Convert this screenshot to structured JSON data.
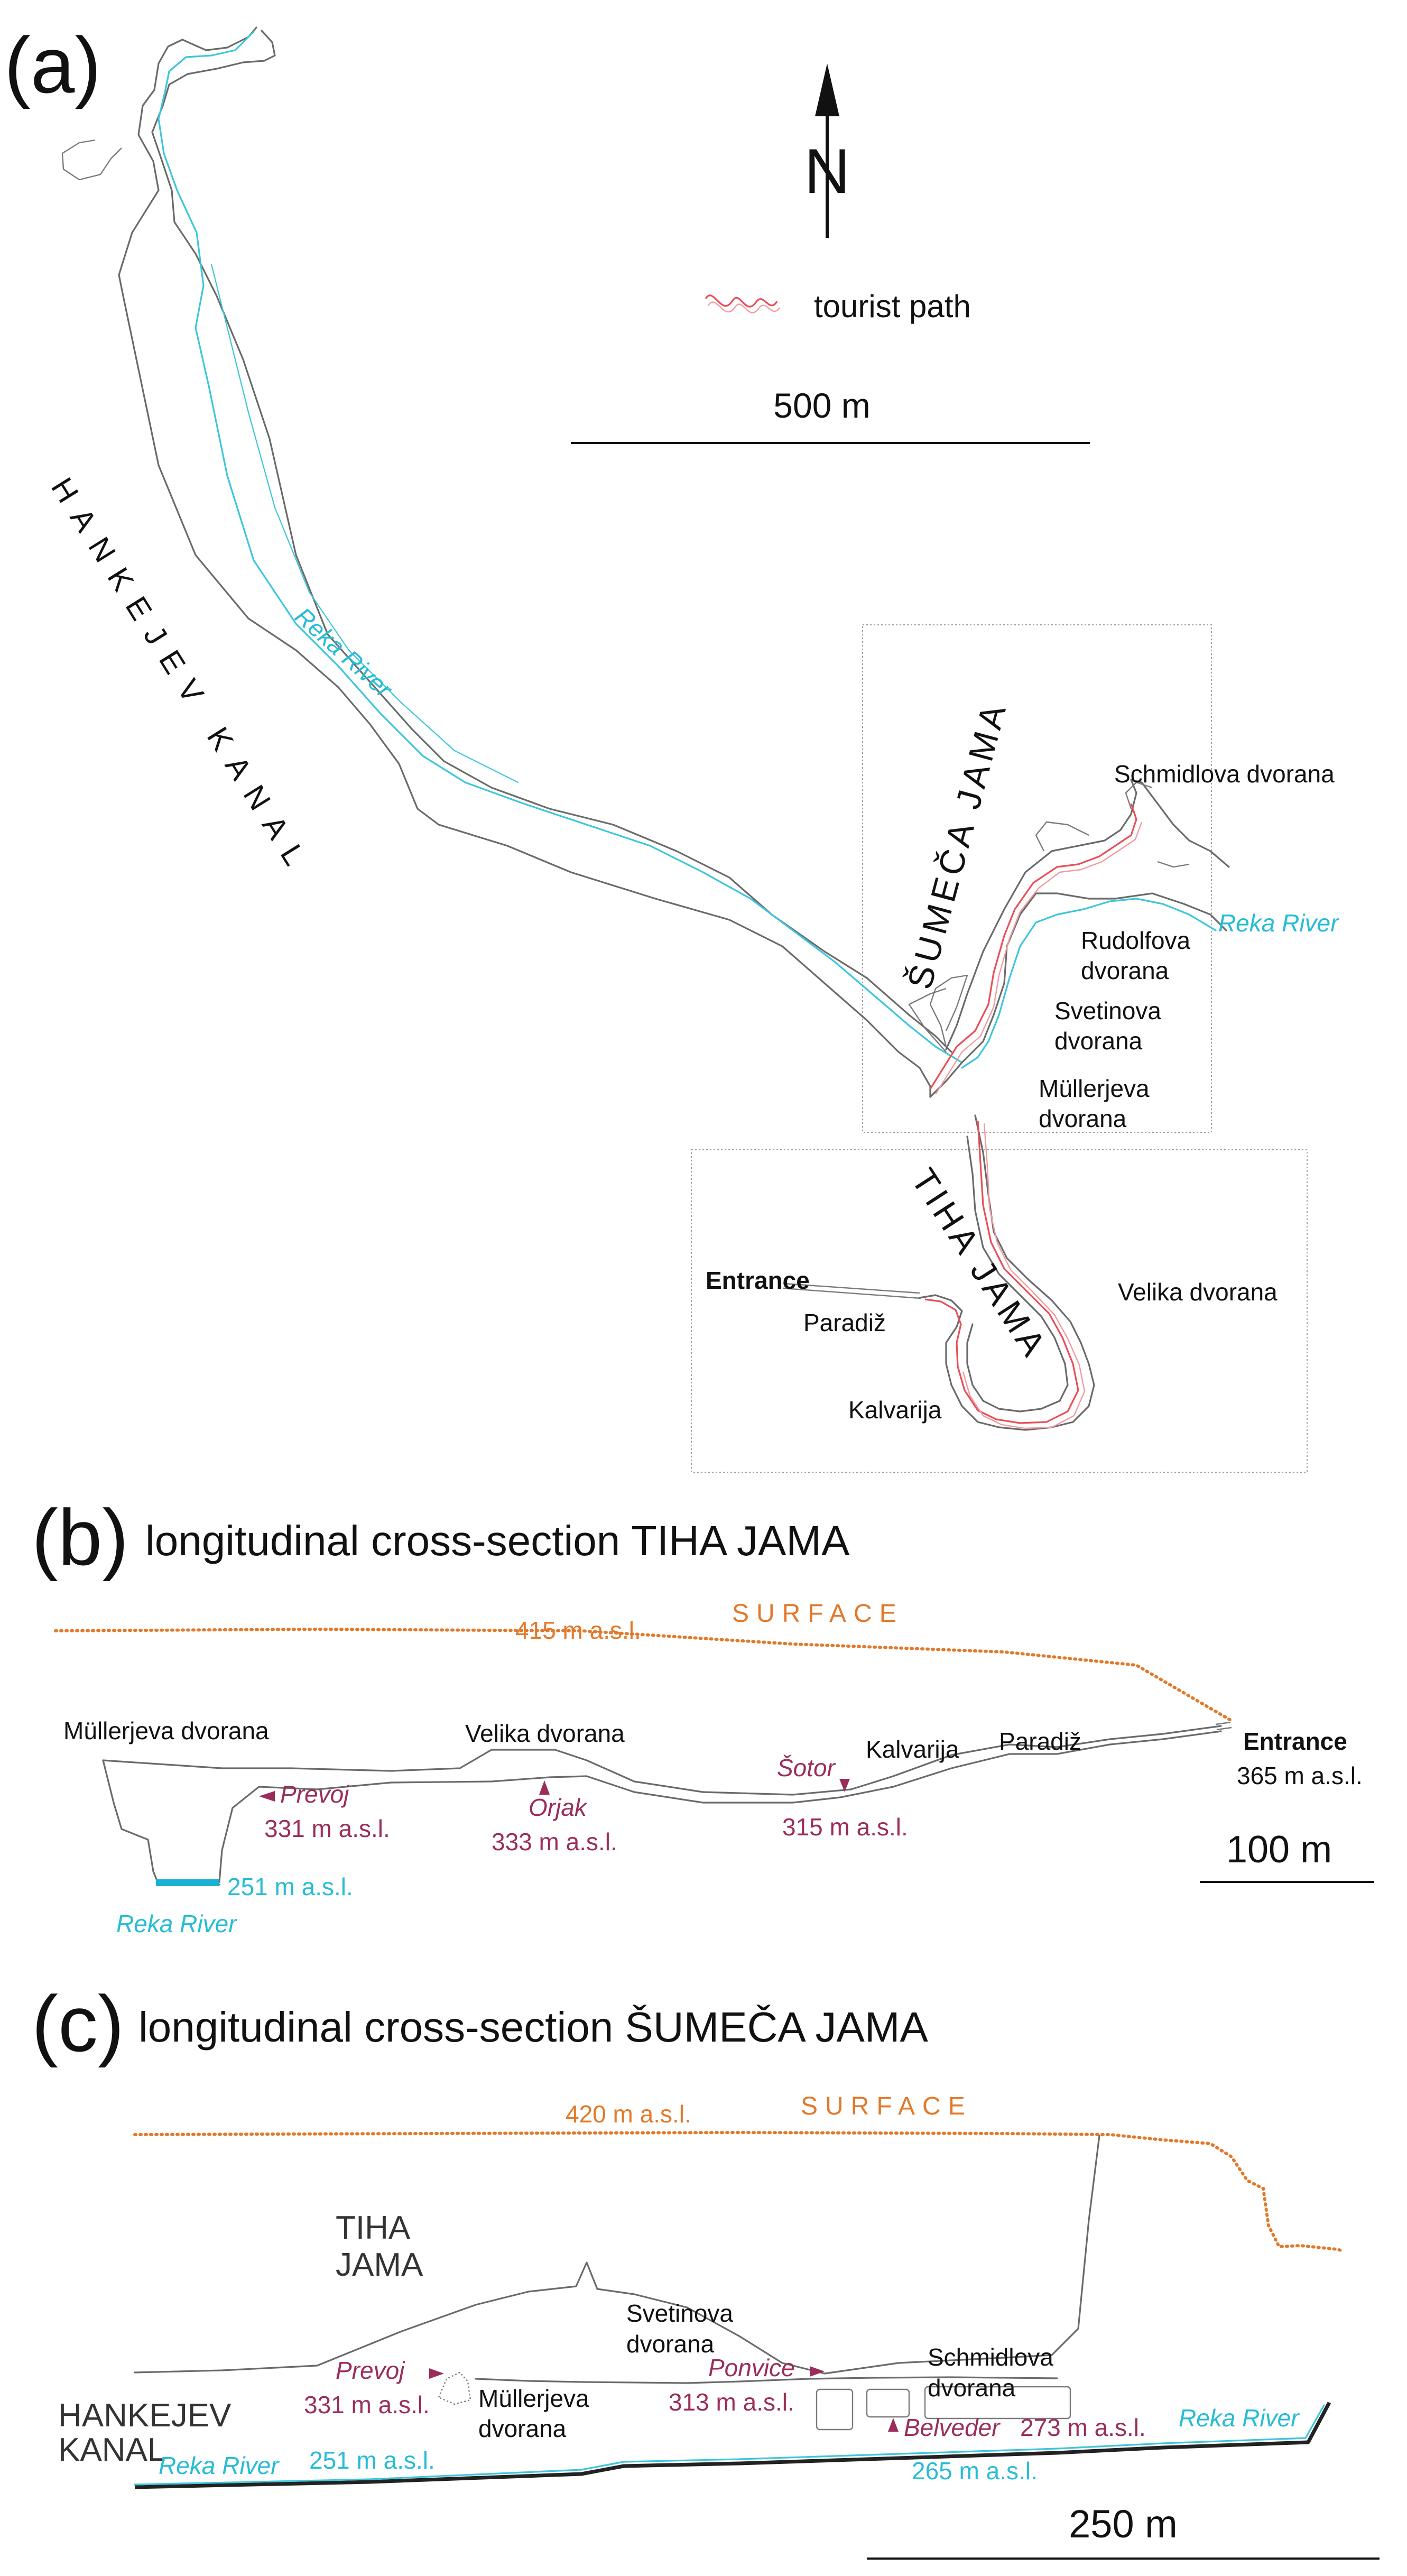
{
  "panel_a": {
    "letter": "(a)",
    "north": "N",
    "legend_tourist_path": "tourist path",
    "scale": "500 m",
    "hankejev_kanal": "HANKEJEV KANAL",
    "sumeca_jama": "ŠUMEČA JAMA",
    "tiha_jama": "TIHA JAMA",
    "reka_river_1": "Reka River",
    "reka_river_2": "Reka River",
    "schmidlova": "Schmidlova dvorana",
    "rudolfova_1": "Rudolfova",
    "rudolfova_2": "dvorana",
    "svetinova_1": "Svetinova",
    "svetinova_2": "dvorana",
    "mullerjeva_1": "Müllerjeva",
    "mullerjeva_2": "dvorana",
    "velika": "Velika dvorana",
    "entrance": "Entrance",
    "paradiz": "Paradiž",
    "kalvarija": "Kalvarija",
    "colors": {
      "cave": "#6a6a6a",
      "river": "#3cc6dc",
      "tourist_path": "#e84f57"
    }
  },
  "panel_b": {
    "letter": "(b)",
    "title": "longitudinal cross-section TIHA JAMA",
    "surface_alt": "415 m a.s.l.",
    "surface": "SURFACE",
    "mullerjeva": "Müllerjeva dvorana",
    "velika": "Velika dvorana",
    "kalvarija": "Kalvarija",
    "paradiz": "Paradiž",
    "entrance": "Entrance",
    "entrance_alt": "365 m a.s.l.",
    "prevoj": "Prevoj",
    "prevoj_alt": "331 m a.s.l.",
    "orjak": "Orjak",
    "orjak_alt": "333 m a.s.l.",
    "sotor": "Šotor",
    "sotor_alt": "315 m a.s.l.",
    "river_alt": "251 m a.s.l.",
    "reka_river": "Reka River",
    "scale": "100 m",
    "colors": {
      "surface": "#e2792a",
      "label": "#9a2d5b"
    }
  },
  "panel_c": {
    "letter": "(c)",
    "title": "longitudinal cross-section ŠUMEČA JAMA",
    "surface_alt": "420 m a.s.l.",
    "surface": "SURFACE",
    "tiha_1": "TIHA",
    "tiha_2": "JAMA",
    "svetinova_1": "Svetinova",
    "svetinova_2": "dvorana",
    "schmidlova_1": "Schmidlova",
    "schmidlova_2": "dvorana",
    "mullerjeva_1": "Müllerjeva",
    "mullerjeva_2": "dvorana",
    "hankejev_1": "HANKEJEV",
    "hankejev_2": "KANAL",
    "prevoj": "Prevoj",
    "prevoj_alt": "331 m a.s.l.",
    "ponvice": "Ponvice",
    "ponvice_alt": "313 m a.s.l.",
    "belveder": "Belveder",
    "belveder_alt": "273 m a.s.l.",
    "reka_river_left": "Reka River",
    "river_left_alt": "251 m a.s.l.",
    "reka_river_right": "Reka River",
    "river_right_alt": "265 m a.s.l.",
    "scale": "250 m"
  }
}
